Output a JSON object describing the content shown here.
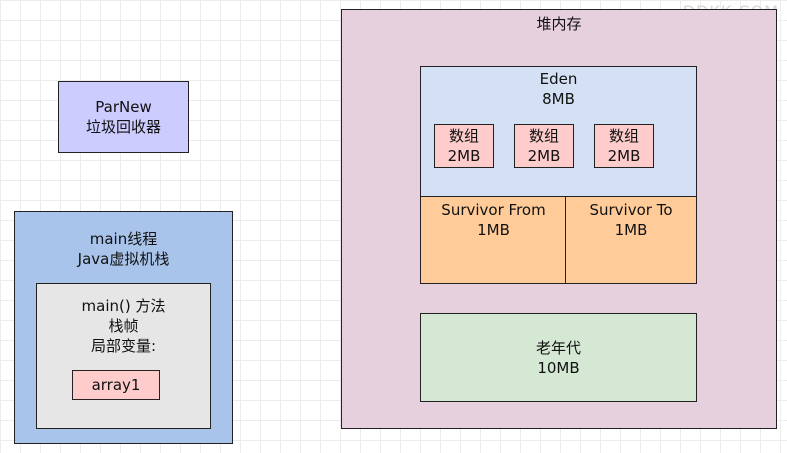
{
  "watermark": "DDKK.COM",
  "collector": {
    "line1": "ParNew",
    "line2": "垃圾回收器"
  },
  "stack": {
    "line1": "main线程",
    "line2": "Java虚拟机栈",
    "frame": {
      "line1": "main() 方法",
      "line2": "栈帧",
      "line3": "局部变量:",
      "variable": "array1"
    }
  },
  "heap": {
    "title": "堆内存",
    "eden": {
      "name": "Eden",
      "size": "8MB",
      "arrays": [
        {
          "line1": "数组",
          "line2": "2MB"
        },
        {
          "line1": "数组",
          "line2": "2MB"
        },
        {
          "line1": "数组",
          "line2": "2MB"
        }
      ]
    },
    "survivor_from": {
      "name": "Survivor From",
      "size": "1MB"
    },
    "survivor_to": {
      "name": "Survivor To",
      "size": "1MB"
    },
    "old_gen": {
      "name": "老年代",
      "size": "10MB"
    }
  },
  "colors": {
    "collector": "#ccccff",
    "stack": "#a9c4eb",
    "frame": "#e6e6e6",
    "variable": "#ffcccc",
    "heap": "#e6d0de",
    "eden": "#d4e1f5",
    "array": "#ffcccc",
    "survivor": "#ffcc99",
    "old_gen": "#d5e8d4"
  }
}
